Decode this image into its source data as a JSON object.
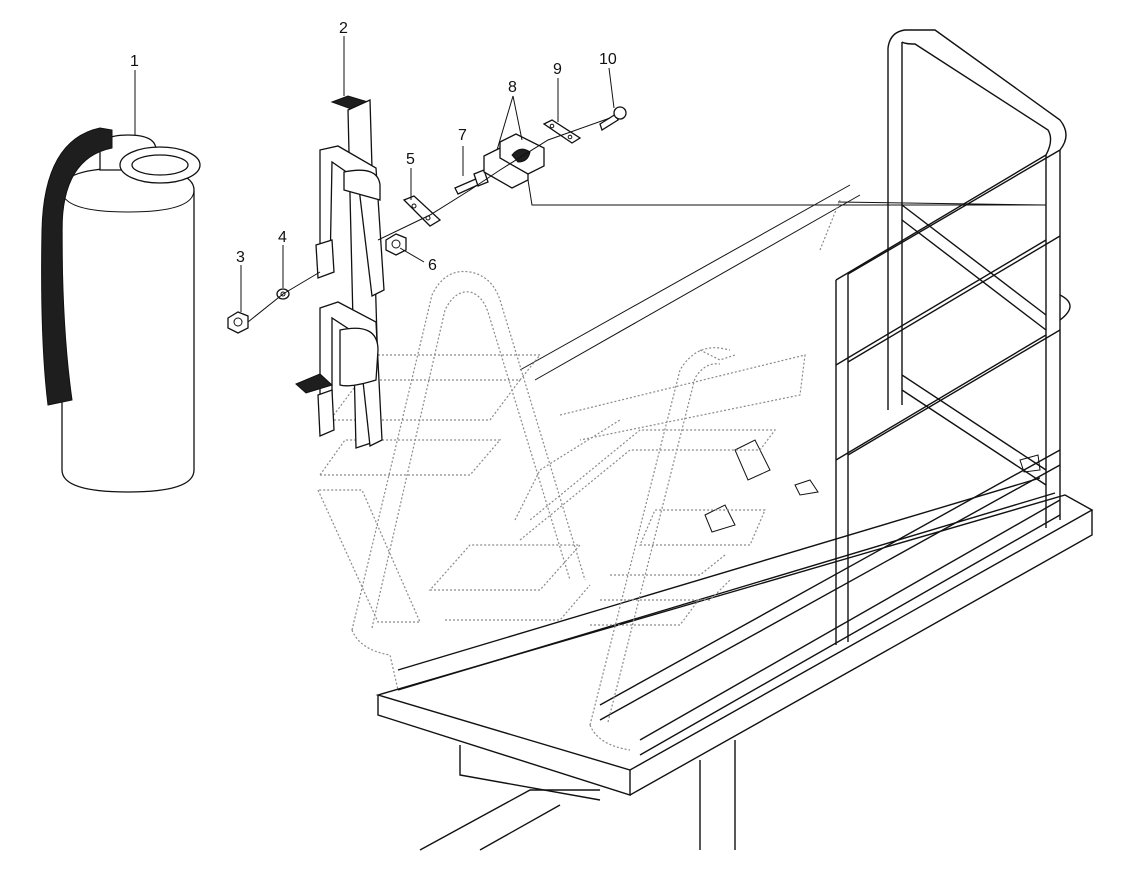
{
  "callouts": [
    {
      "id": "1",
      "label": "1"
    },
    {
      "id": "2",
      "label": "2"
    },
    {
      "id": "3",
      "label": "3"
    },
    {
      "id": "4",
      "label": "4"
    },
    {
      "id": "5",
      "label": "5"
    },
    {
      "id": "6",
      "label": "6"
    },
    {
      "id": "7",
      "label": "7"
    },
    {
      "id": "8",
      "label": "8"
    },
    {
      "id": "9",
      "label": "9"
    },
    {
      "id": "10",
      "label": "10"
    }
  ],
  "colors": {
    "line": "#111111",
    "background": "#ffffff",
    "ghost": "#8a8a8a",
    "hose": "#1e1e1e"
  },
  "icons": {
    "extinguisher": "fire-extinguisher-icon",
    "bracket": "mounting-bracket-icon",
    "platform": "platform-railing-icon"
  }
}
